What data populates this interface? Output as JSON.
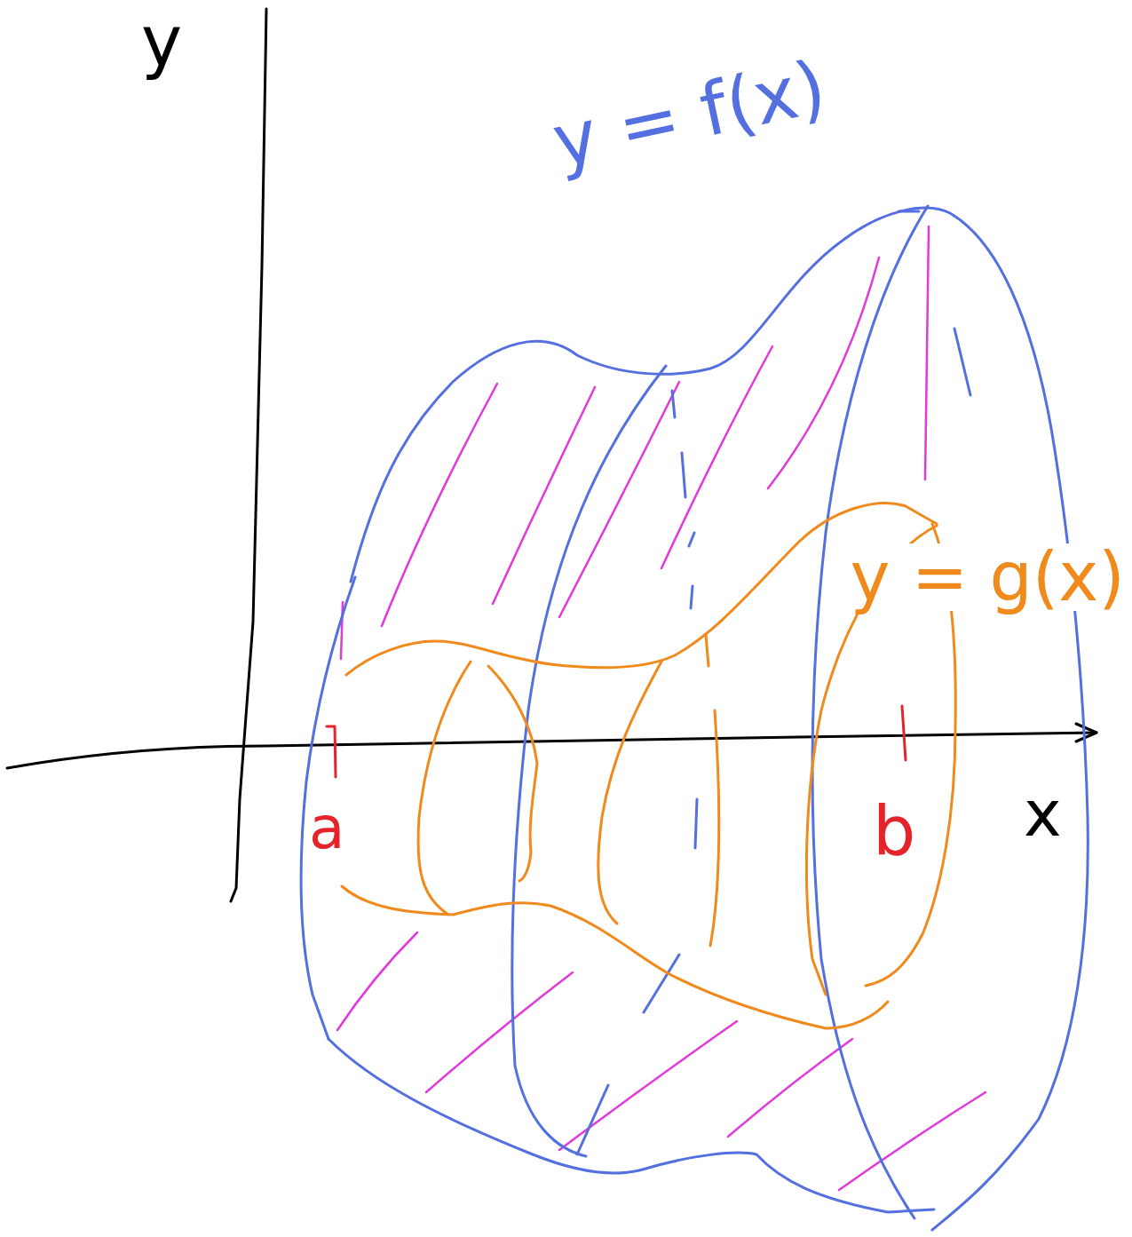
{
  "diagram": {
    "labels": [
      "y",
      "y = f(x)",
      "y = g(x)",
      "a",
      "b",
      "x"
    ]
  }
}
